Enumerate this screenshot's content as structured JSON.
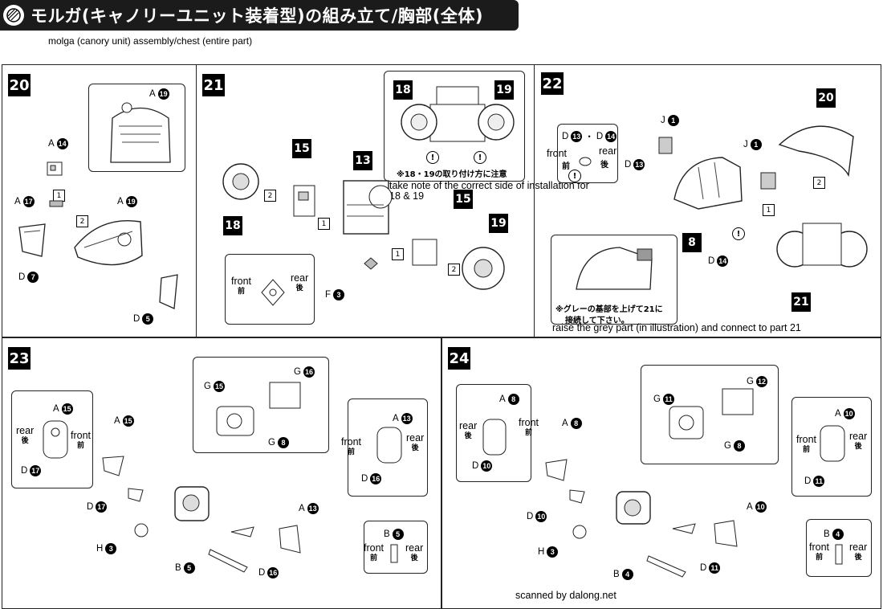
{
  "header": {
    "title": "モルガ(キャノリーユニット装着型)の組み立て/胸部(全体)",
    "subtitle": "molga (canory unit) assembly/chest (entire part)"
  },
  "steps": {
    "s20": {
      "number": "20",
      "labels": {
        "a19": "A",
        "a19n": "19",
        "a14": "A",
        "a14n": "14",
        "a17": "A",
        "a17n": "17",
        "a19b": "A",
        "a19bn": "19",
        "d7": "D",
        "d7n": "7",
        "d5": "D",
        "d5n": "5"
      },
      "order": [
        "1",
        "2"
      ]
    },
    "s21": {
      "number": "21",
      "parts": [
        "18",
        "19",
        "15",
        "13",
        "15",
        "18",
        "19"
      ],
      "note_jp": "※18・19の取り付け方に注意",
      "note_en": "take note of the correct side of installation for 18 & 19",
      "front": "front",
      "front_jp": "前",
      "rear": "rear",
      "rear_jp": "後",
      "f3": "F",
      "f3n": "3",
      "order": [
        "2",
        "1",
        "1",
        "2"
      ]
    },
    "s22": {
      "number": "22",
      "parts": [
        "20",
        "8",
        "21"
      ],
      "d13_d14": "D",
      "d13n": "13",
      "d14n": "14",
      "front": "front",
      "front_jp": "前",
      "rear": "rear",
      "rear_jp": "後",
      "j1": "J",
      "j1n": "1",
      "j1b": "J",
      "j1bn": "1",
      "d13": "D",
      "d13bn": "13",
      "d14": "D",
      "d14bn": "14",
      "note_jp1": "※グレーの基部を上げて21に",
      "note_jp2": "接続して下さい。",
      "note_en": "raise the grey part (in illustration) and connect to part 21",
      "order": [
        "2",
        "1"
      ]
    },
    "s23": {
      "number": "23",
      "a15": "A",
      "a15n": "15",
      "rear": "rear",
      "rear_jp": "後",
      "front": "front",
      "front_jp": "前",
      "d17": "D",
      "d17n": "17",
      "g15": "G",
      "g15n": "15",
      "g16": "G",
      "g16n": "16",
      "g8": "G",
      "g8n": "8",
      "a13": "A",
      "a13n": "13",
      "d16": "D",
      "d16n": "16",
      "b5": "B",
      "b5n": "5",
      "h3": "H",
      "h3n": "3"
    },
    "s24": {
      "number": "24",
      "a8": "A",
      "a8n": "8",
      "rear": "rear",
      "rear_jp": "後",
      "front": "front",
      "front_jp": "前",
      "d10": "D",
      "d10n": "10",
      "g11": "G",
      "g11n": "11",
      "g12": "G",
      "g12n": "12",
      "g8": "G",
      "g8n": "8",
      "a10": "A",
      "a10n": "10",
      "d11": "D",
      "d11n": "11",
      "b4": "B",
      "b4n": "4",
      "h3": "H",
      "h3n": "3"
    }
  },
  "credit": "scanned by dalong.net"
}
